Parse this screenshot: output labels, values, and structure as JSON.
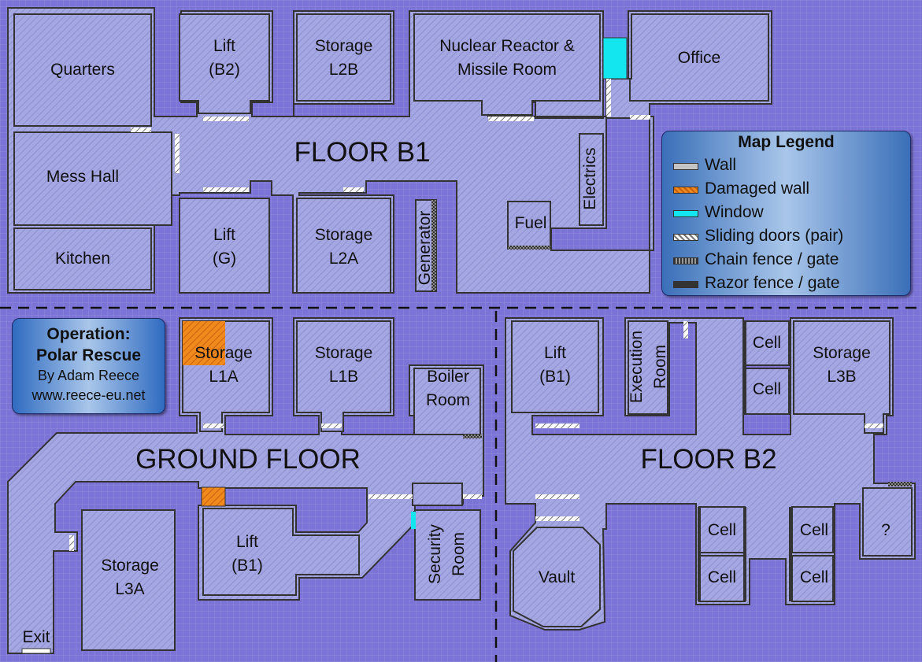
{
  "floors": {
    "b1": "FLOOR B1",
    "ground": "GROUND FLOOR",
    "b2": "FLOOR B2"
  },
  "rooms": {
    "quarters": "Quarters",
    "lift_b2": [
      "Lift",
      "(B2)"
    ],
    "storage_l2b": [
      "Storage",
      "L2B"
    ],
    "nuclear_reactor": [
      "Nuclear Reactor &",
      "Missile Room"
    ],
    "office": "Office",
    "mess_hall": "Mess Hall",
    "kitchen": "Kitchen",
    "lift_g": [
      "Lift",
      "(G)"
    ],
    "storage_l2a": [
      "Storage",
      "L2A"
    ],
    "generator": "Generator",
    "fuel": "Fuel",
    "electrics": "Electrics",
    "storage_l1a": [
      "Storage",
      "L1A"
    ],
    "storage_l1b": [
      "Storage",
      "L1B"
    ],
    "boiler_room": [
      "Boiler",
      "Room"
    ],
    "lift_b1_ground": [
      "Lift",
      "(B1)"
    ],
    "storage_l3a": [
      "Storage",
      "L3A"
    ],
    "security_room": [
      "Security",
      "Room"
    ],
    "exit": "Exit",
    "lift_b1_b2": [
      "Lift",
      "(B1)"
    ],
    "execution_room": [
      "Execution",
      "Room"
    ],
    "cell": "Cell",
    "storage_l3b": [
      "Storage",
      "L3B"
    ],
    "vault": "Vault",
    "unknown": "?"
  },
  "legend": {
    "title": "Map Legend",
    "items": [
      {
        "label": "Wall",
        "color": "#c4c4c4",
        "style": "wall"
      },
      {
        "label": "Damaged wall",
        "color": "#f08a1c",
        "style": "damaged"
      },
      {
        "label": "Window",
        "color": "#14e6f0",
        "style": "window"
      },
      {
        "label": "Sliding doors (pair)",
        "color": "#ffffff",
        "style": "sliding"
      },
      {
        "label": "Chain fence / gate",
        "color": "#555555",
        "style": "chain"
      },
      {
        "label": "Razor fence / gate",
        "color": "#333333",
        "style": "razor"
      }
    ]
  },
  "credits": {
    "title_line1": "Operation:",
    "title_line2": "Polar Rescue",
    "author": "By Adam Reece",
    "site": "www.reece-eu.net"
  },
  "colors": {
    "background": "#7b74d6",
    "room_fill": "#a5a7e2",
    "wall": "#c4c4c4",
    "damaged": "#f08a1c",
    "window": "#14e6f0"
  }
}
